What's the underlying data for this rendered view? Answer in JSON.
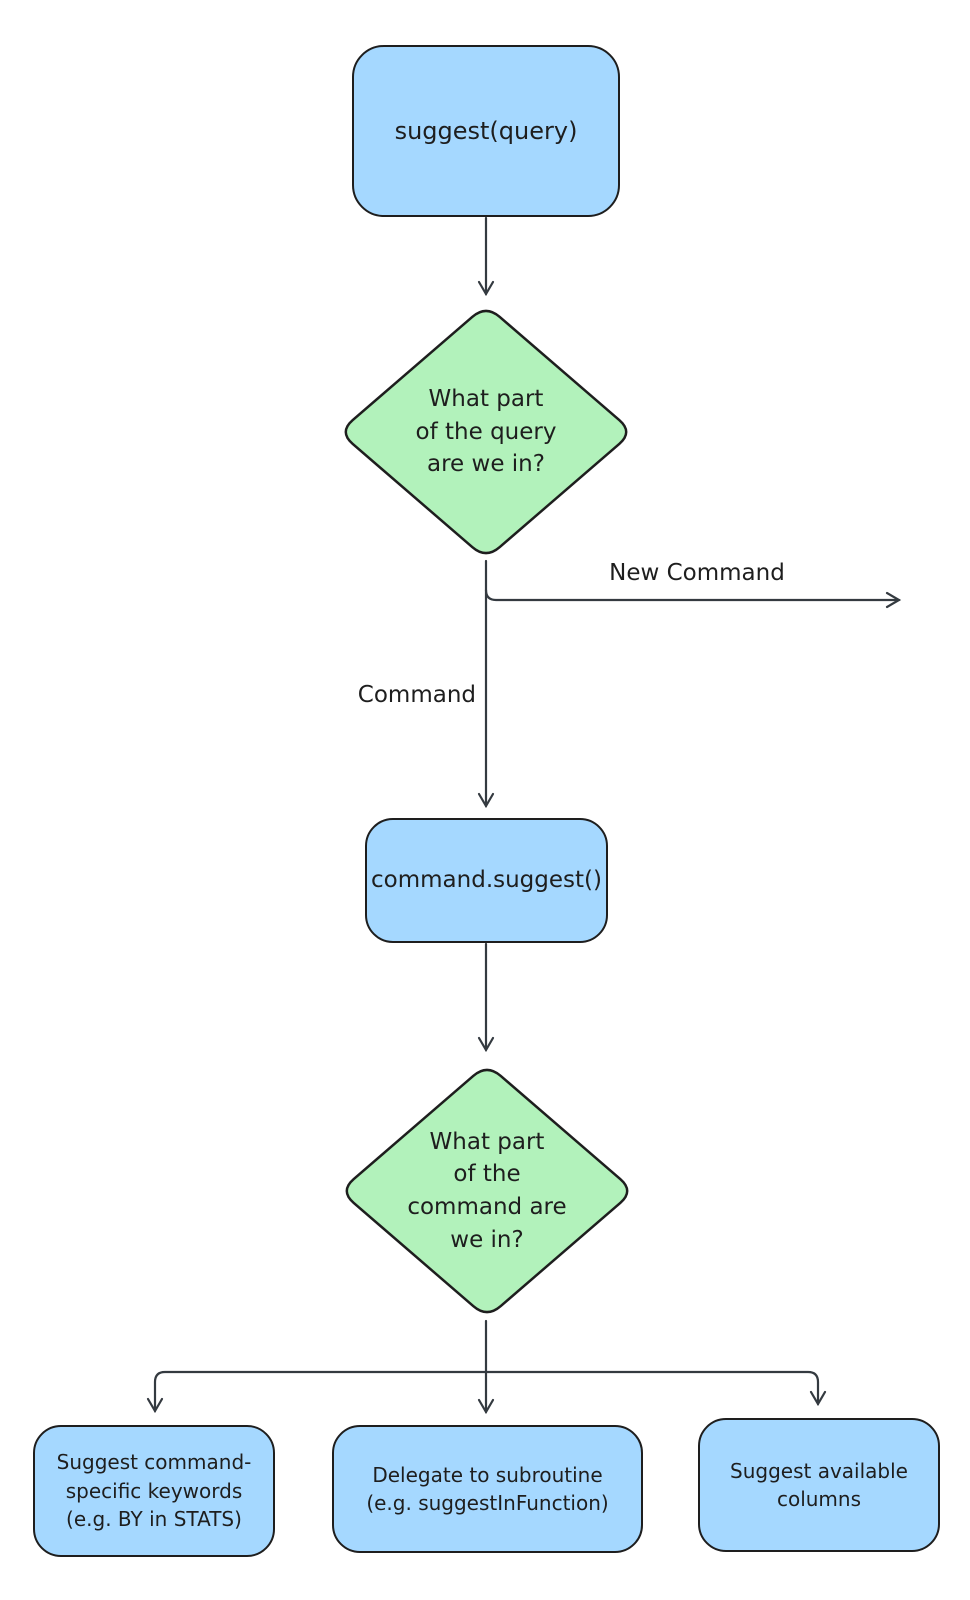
{
  "diagram": {
    "type": "flowchart",
    "nodes": [
      {
        "id": "suggest-query",
        "shape": "process",
        "label": "suggest(query)"
      },
      {
        "id": "query-part-decision",
        "shape": "decision",
        "label": "What part\nof the query\nare we in?"
      },
      {
        "id": "command-suggest",
        "shape": "process",
        "label": "command.suggest()"
      },
      {
        "id": "command-part-decision",
        "shape": "decision",
        "label": "What part\nof the\ncommand are\nwe in?"
      },
      {
        "id": "suggest-keywords",
        "shape": "process",
        "label": "Suggest command-\nspecific keywords\n(e.g. BY in STATS)"
      },
      {
        "id": "delegate-subroutine",
        "shape": "process",
        "label": "Delegate to subroutine\n(e.g. suggestInFunction)"
      },
      {
        "id": "suggest-columns",
        "shape": "process",
        "label": "Suggest available\ncolumns"
      }
    ],
    "edges": [
      {
        "from": "suggest-query",
        "to": "query-part-decision",
        "label": ""
      },
      {
        "from": "query-part-decision",
        "to": "off-canvas-right",
        "label": "New Command"
      },
      {
        "from": "query-part-decision",
        "to": "command-suggest",
        "label": "Command"
      },
      {
        "from": "command-suggest",
        "to": "command-part-decision",
        "label": ""
      },
      {
        "from": "command-part-decision",
        "to": "suggest-keywords",
        "label": ""
      },
      {
        "from": "command-part-decision",
        "to": "delegate-subroutine",
        "label": ""
      },
      {
        "from": "command-part-decision",
        "to": "suggest-columns",
        "label": ""
      }
    ],
    "edge_labels": {
      "new_command": "New Command",
      "command": "Command"
    },
    "colors": {
      "process_fill": "#a5d8ff",
      "decision_fill": "#b2f2bb",
      "shape_stroke": "#1e1e1e",
      "connector_stroke": "#343a40",
      "text": "#1e1e1e",
      "background": "#ffffff"
    }
  }
}
